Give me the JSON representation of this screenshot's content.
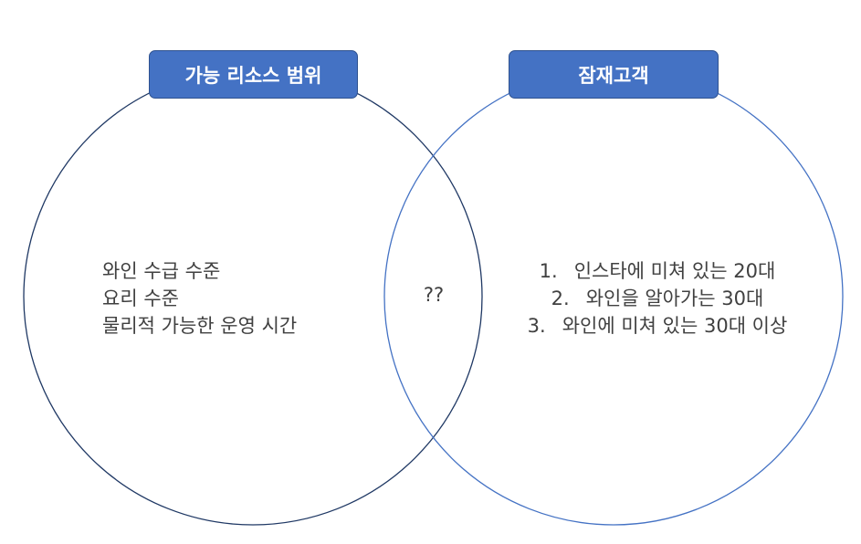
{
  "labels": {
    "left": "가능 리소스 범위",
    "right": "잠재고객"
  },
  "left_items": [
    "와인 수급 수준",
    "요리 수준",
    "물리적 가능한 운영 시간"
  ],
  "intersection": "??",
  "right_items": [
    {
      "num": "1.",
      "text": "인스타에 미쳐 있는 20대"
    },
    {
      "num": "2.",
      "text": "와인을 알아가는 30대"
    },
    {
      "num": "3.",
      "text": "와인에 미쳐 있는 30대 이상"
    }
  ],
  "colors": {
    "label_fill": "#4472C4",
    "label_border": "#2F528F",
    "left_circle_stroke": "#1F3864",
    "right_circle_stroke": "#4472C4",
    "text": "#404040"
  }
}
